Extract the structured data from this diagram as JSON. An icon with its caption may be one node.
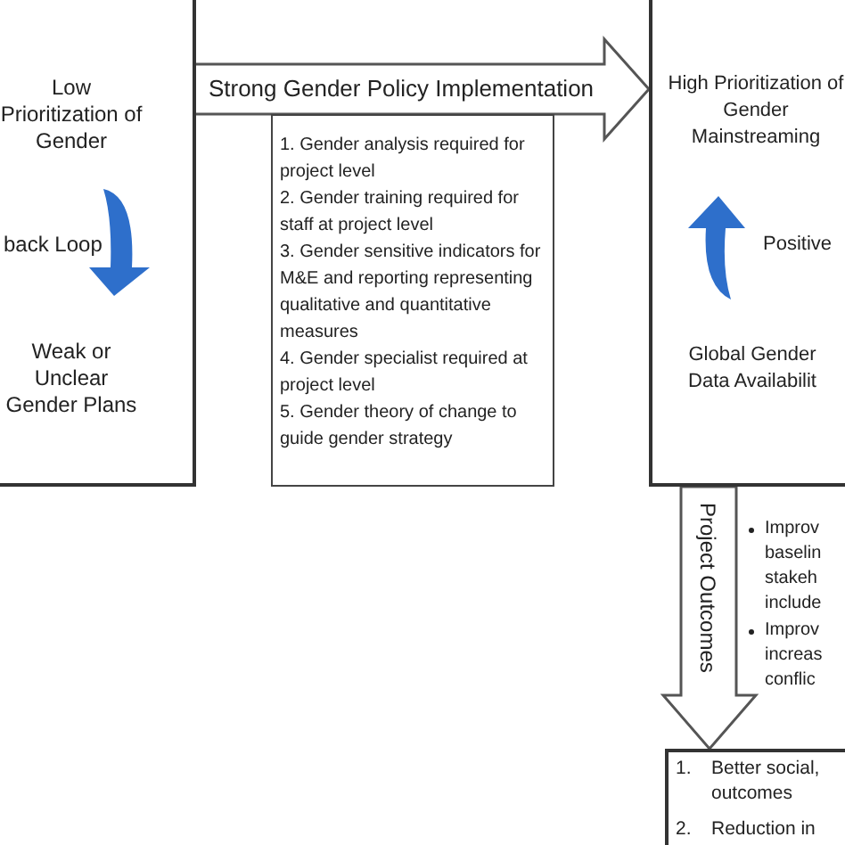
{
  "diagram": {
    "nodes": [
      {
        "text": [
          "Low Prioritization of Gender",
          "back Loop",
          "Weak or Unclear Gender Plans"
        ]
      },
      {
        "text": [
          "1. Gender analysis required for project level",
          "2. Gender training required for staff at project level",
          "3. Gender sensitive indicators for M&E and reporting representing qualitative and quantitative measures",
          "4. Gender specialist required at project level",
          "5. Gender theory of change to guide gender strategy"
        ]
      },
      {
        "text": [
          "High Prioritization of Gender Mainstreaming",
          "Positive",
          "Global Gender Data Availabilit"
        ]
      },
      {
        "text": [
          "1.",
          "Better social, outcomes",
          "2.",
          "Reduction in"
        ]
      }
    ],
    "edges": [
      {
        "from": 0,
        "to": 2,
        "arrow": "to",
        "label": "Strong Gender Policy Implementation",
        "style": "thick"
      },
      {
        "from": 2,
        "to": 3,
        "arrow": "to",
        "label": "Project Outcomes",
        "style": "thick"
      }
    ],
    "labels": [
      "Improv baselin stakeh include",
      "Improv increas conflic"
    ]
  }
}
